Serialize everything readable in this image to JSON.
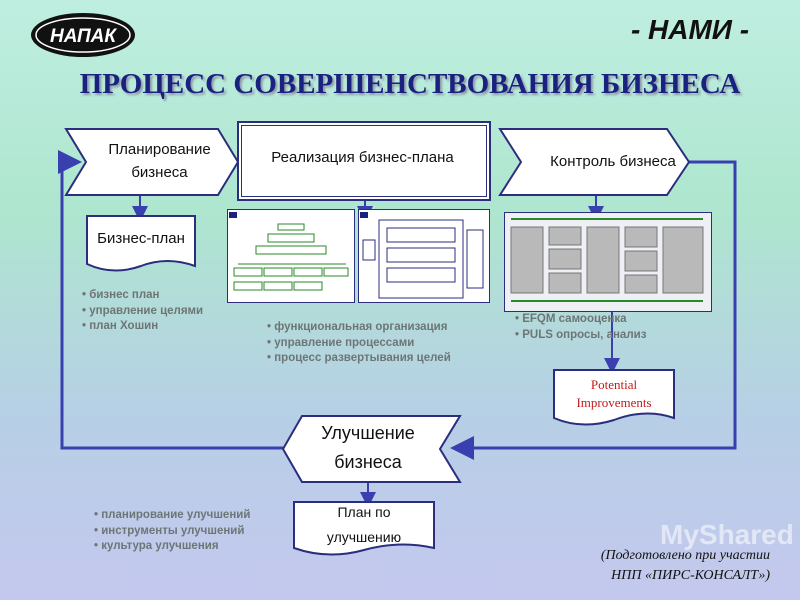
{
  "header": {
    "logo_text": "НАПАК",
    "subtitle": "- НАМИ -",
    "title": "ПРОЦЕСС СОВЕРШЕНСТВОВАНИЯ БИЗНЕСА"
  },
  "flow": {
    "planning": "Планирование бизнеса",
    "implementation": "Реализация бизнес-плана",
    "control": "Контроль бизнеса",
    "improvement": "Улучшение бизнеса"
  },
  "documents": {
    "business_plan": "Бизнес-план",
    "improvement_plan": "План по улучшению",
    "potential": "Potential Improvements"
  },
  "bullets": {
    "planning": [
      "бизнес план",
      "управление целями",
      "план Хошин"
    ],
    "implementation": [
      "функциональная организация",
      "управление процессами",
      "процесс развертывания целей"
    ],
    "control": [
      "EFQM самооценка",
      "PULS опросы, анализ"
    ],
    "improvement": [
      "планирование улучшений",
      "инструменты улучшений",
      "культура улучшения"
    ]
  },
  "footer": {
    "line1": "(Подготовлено при участии",
    "line2": "НПП «ПИРС-КОНСАЛТ»)"
  },
  "watermark": "MyShared",
  "colors": {
    "title": "#1a2280",
    "border": "#2a2e7c",
    "arrow": "#3a3fb0"
  }
}
